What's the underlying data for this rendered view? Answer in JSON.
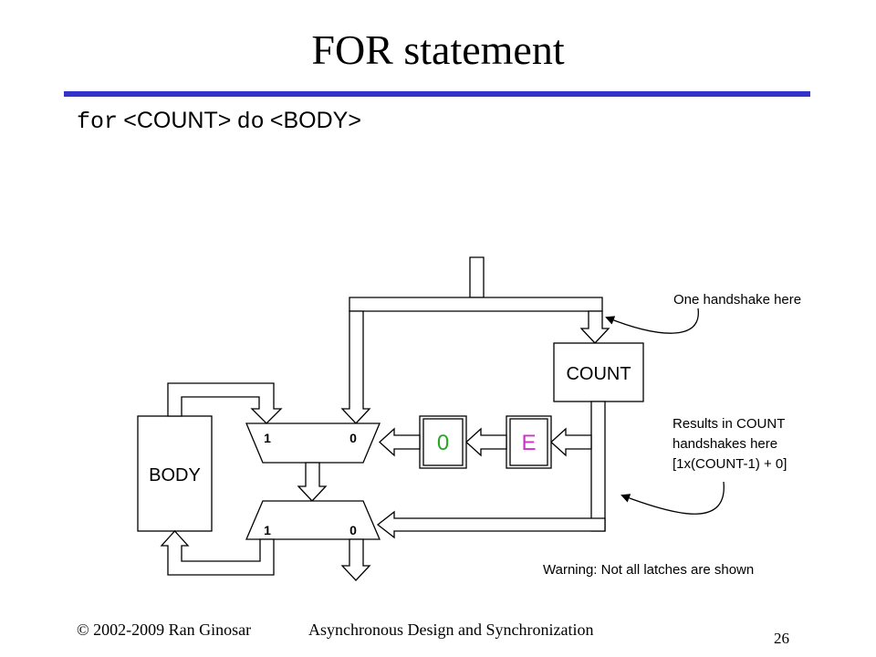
{
  "slide": {
    "title": "FOR statement",
    "accent_color": "#3333cc",
    "code": {
      "kw_for": "for",
      "count": "<COUNT>",
      "kw_do": "do",
      "body": "<BODY>"
    }
  },
  "diagram": {
    "count_block": "COUNT",
    "body_block": "BODY",
    "latch_zero": "0",
    "latch_zero_color": "#22aa22",
    "latch_e": "E",
    "latch_e_color": "#cc33cc",
    "mux_top_in1": "1",
    "mux_top_in0": "0",
    "mux_bottom_in1": "1",
    "mux_bottom_in0": "0"
  },
  "notes": {
    "one_handshake": "One handshake here",
    "results_line1": "Results in COUNT",
    "results_line2": "handshakes here",
    "results_line3": "[1x(COUNT-1) + 0]",
    "warning": "Warning: Not all latches are shown"
  },
  "footer": {
    "copyright": "© 2002-2009 Ran Ginosar",
    "course": "Asynchronous Design and Synchronization",
    "page": "26"
  }
}
